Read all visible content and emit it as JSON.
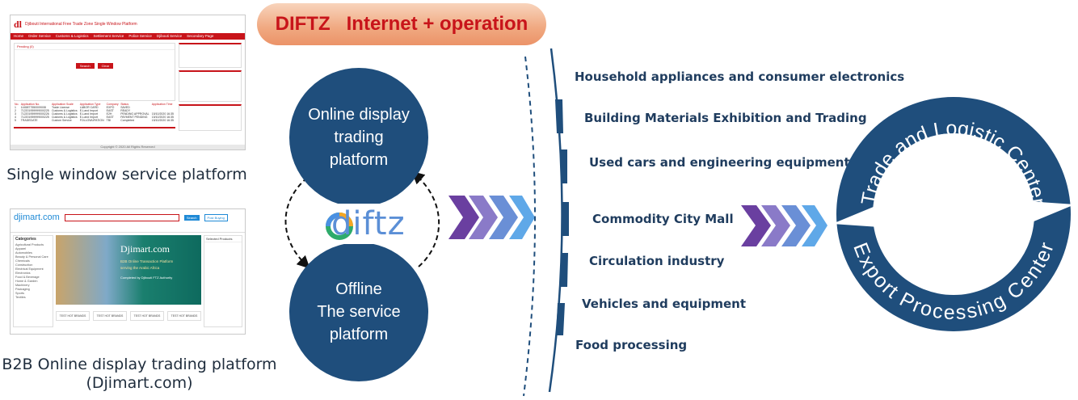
{
  "header": {
    "brand": "DIFTZ",
    "title": "Internet + operation"
  },
  "left": {
    "single_window": {
      "caption": "Single window service platform",
      "screenshot": {
        "site_title": "Djibouti International Free Trade Zone Single Window Platform",
        "nav": [
          "Home",
          "Order Service",
          "Customs & Logistics",
          "Settlement Service",
          "Police Service",
          "Djibouti Service",
          "Secondary Page"
        ],
        "table_heading": "Pending (0)",
        "columns": [
          "No.",
          "Application No.",
          "Application Scale",
          "Application Type",
          "Company",
          "Status",
          "Application Time"
        ],
        "rows": [
          [
            "1",
            "1445877550009008",
            "Trade License",
            "LABOR CARD",
            "EXPO",
            "SAVED",
            ""
          ],
          [
            "2",
            "712201959999000225",
            "Customs & Logistics",
            "E-Land Import",
            "EAST",
            "READY",
            ""
          ],
          [
            "3",
            "712201959999000226",
            "Customs & Logistics",
            "E-Land Import",
            "E2H",
            "PENDING APPROVAL",
            "15/10/2020 16:35"
          ],
          [
            "4",
            "712201959999000225",
            "Customs & Logistics",
            "E-Land Import",
            "EAST",
            "PAYMENT PENDING",
            "15/10/2020 16:35"
          ],
          [
            "5",
            "TRADEDATE",
            "Custom Service",
            "FOLLOWUPATION",
            "TBI",
            "Completed",
            "15/10/2020 16:35"
          ]
        ],
        "buttons": [
          "Search",
          "Clear"
        ],
        "footer": "Copyright © 2020 All Rights Reserved"
      }
    },
    "b2b": {
      "caption_line1": "B2B Online display trading platform",
      "caption_line2": "(Djimart.com)",
      "screenshot": {
        "logo": "djimart.com",
        "search_button": "Search",
        "post_button": "Post Buying",
        "categories_title": "Categories",
        "banner_title": "Djimart.com",
        "banner_line1": "B2B Online Transaction Platform",
        "banner_line2": "serving the Arabic Africa",
        "banner_line3": "Completed by Djibouti FTZ Authority",
        "recommended_title": "Selected Products",
        "categories": [
          "Agricultural Products",
          "Apparel",
          "Automobiles",
          "Beauty & Personal Care",
          "Chemicals",
          "Construction",
          "Electrical Equipment",
          "Electronics",
          "Food & Beverage",
          "Home & Garden",
          "Machinery",
          "Packaging",
          "Sports",
          "Textiles"
        ],
        "tiles": [
          "TEST HOT BRANDS",
          "TEST HOT BRANDS",
          "TEST HOT BRANDS",
          "TEST HOT BRANDS"
        ]
      }
    }
  },
  "middle": {
    "online_circle": [
      "Online display",
      "trading",
      "platform"
    ],
    "offline_circle": [
      "Offline",
      "The service",
      "platform"
    ],
    "logo": "diftz"
  },
  "categories": [
    "Household appliances and consumer electronics",
    "Building Materials Exhibition and Trading",
    "Used cars and engineering equipment",
    "Commodity City Mall",
    "Circulation industry",
    "Vehicles and equipment",
    "Food processing"
  ],
  "ring": {
    "top": "Trade and Logistic Center",
    "bottom": "Export Processing Center"
  },
  "colors": {
    "navy": "#1f4e7c",
    "red": "#c8141a",
    "purple": "#6a3fa0",
    "blue": "#4a90e2"
  }
}
